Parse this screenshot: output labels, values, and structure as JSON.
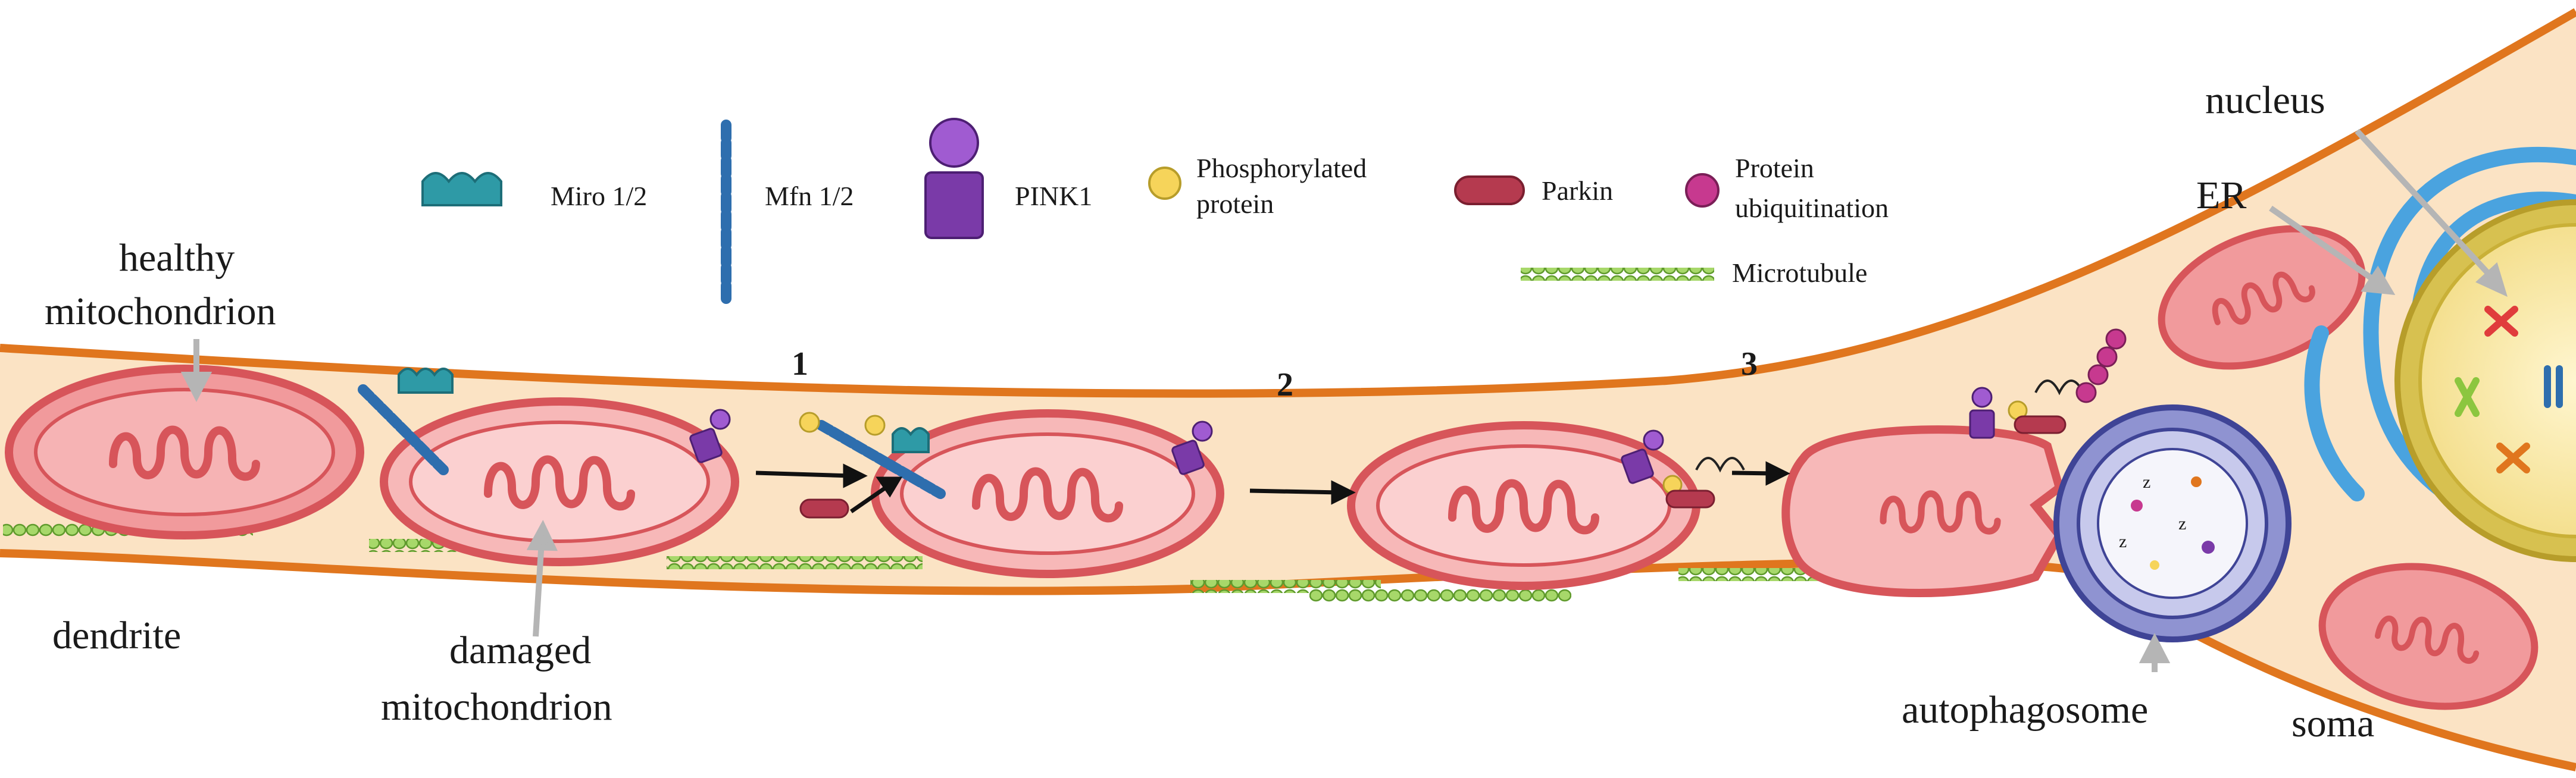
{
  "legend": {
    "miro": "Miro 1/2",
    "mfn": "Mfn 1/2",
    "pink1": "PINK1",
    "phospho_line1": "Phosphorylated",
    "phospho_line2": "protein",
    "parkin": "Parkin",
    "ubiq_line1": "Protein",
    "ubiq_line2": "ubiquitination",
    "microtubule": "Microtubule"
  },
  "labels": {
    "healthy_line1": "healthy",
    "healthy_line2": "mitochondrion",
    "dendrite": "dendrite",
    "damaged_line1": "damaged",
    "damaged_line2": "mitochondrion",
    "nucleus": "nucleus",
    "er": "ER",
    "autophagosome": "autophagosome",
    "soma": "soma"
  },
  "steps": [
    "1",
    "2",
    "3"
  ],
  "colors": {
    "cytoplasm": "#fbe3c4",
    "membrane": "#e0761e",
    "mito_outer": "#d7555a",
    "mito_healthy_fill": "#f19a9c",
    "mito_damaged_fill": "#f7b8b8",
    "miro": "#2e9aa6",
    "mfn": "#2e6eae",
    "pink1": "#7a3aa8",
    "phospho": "#f6d45a",
    "parkin": "#b53a4f",
    "ubiquitin": "#c7398f",
    "microtubule": "#8cc63f",
    "er": "#4aa3df",
    "nucleus_envelope": "#c9b037",
    "autophagosome": "#5a5fb0"
  }
}
